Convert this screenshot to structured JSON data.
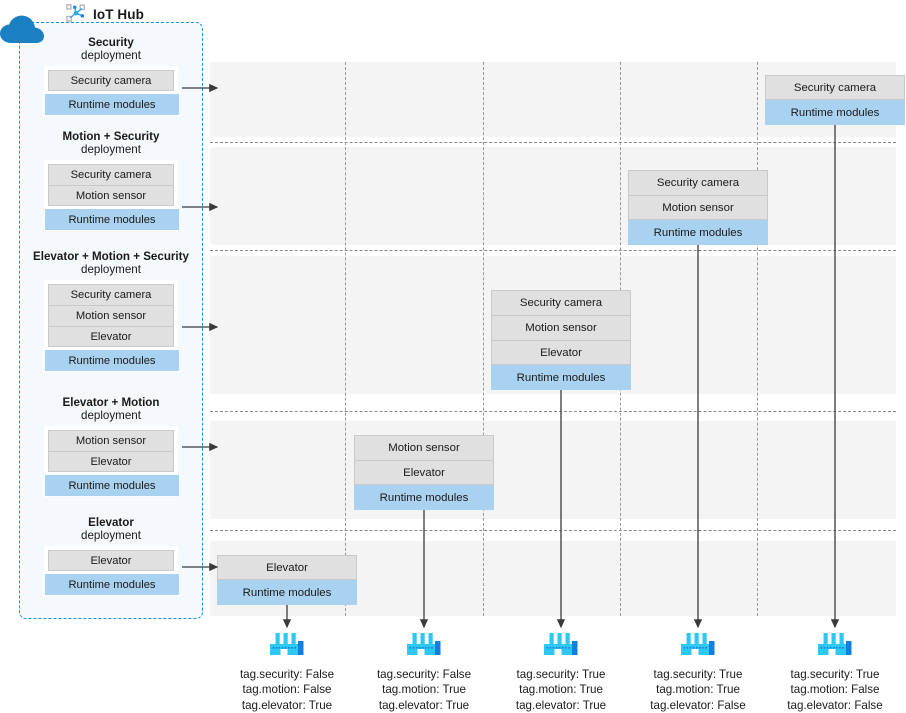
{
  "hub": {
    "title": "IoT Hub",
    "icon": "iot-hub-icon",
    "cloud_icon": "cloud-icon",
    "deployments": [
      {
        "name_bold": "Security",
        "name_sub": "deployment",
        "modules": [
          "Security camera"
        ],
        "runtime": "Runtime modules"
      },
      {
        "name_bold": "Motion + Security",
        "name_sub": "deployment",
        "modules": [
          "Security camera",
          "Motion sensor"
        ],
        "runtime": "Runtime modules"
      },
      {
        "name_bold": "Elevator + Motion + Security",
        "name_sub": "deployment",
        "modules": [
          "Security camera",
          "Motion sensor",
          "Elevator"
        ],
        "runtime": "Runtime modules"
      },
      {
        "name_bold": "Elevator + Motion",
        "name_sub": "deployment",
        "modules": [
          "Motion sensor",
          "Elevator"
        ],
        "runtime": "Runtime modules"
      },
      {
        "name_bold": "Elevator",
        "name_sub": "deployment",
        "modules": [
          "Elevator"
        ],
        "runtime": "Runtime modules"
      }
    ]
  },
  "grid": {
    "rows": [
      {
        "deployment": "Security",
        "target_column": 5,
        "modules": [
          "Security camera"
        ],
        "runtime": "Runtime modules"
      },
      {
        "deployment": "Motion + Security",
        "target_column": 4,
        "modules": [
          "Security camera",
          "Motion sensor"
        ],
        "runtime": "Runtime modules"
      },
      {
        "deployment": "Elevator + Motion + Security",
        "target_column": 3,
        "modules": [
          "Security camera",
          "Motion sensor",
          "Elevator"
        ],
        "runtime": "Runtime modules"
      },
      {
        "deployment": "Elevator + Motion",
        "target_column": 2,
        "modules": [
          "Motion sensor",
          "Elevator"
        ],
        "runtime": "Runtime modules"
      },
      {
        "deployment": "Elevator",
        "target_column": 1,
        "modules": [
          "Elevator"
        ],
        "runtime": "Runtime modules"
      }
    ]
  },
  "devices": [
    {
      "icon": "factory-icon",
      "tags": {
        "security": "tag.security: False",
        "motion": "tag.motion: False",
        "elevator": "tag.elevator: True"
      }
    },
    {
      "icon": "factory-icon",
      "tags": {
        "security": "tag.security: False",
        "motion": "tag.motion: True",
        "elevator": "tag.elevator: True"
      }
    },
    {
      "icon": "factory-icon",
      "tags": {
        "security": "tag.security: True",
        "motion": "tag.motion: True",
        "elevator": "tag.elevator: True"
      }
    },
    {
      "icon": "factory-icon",
      "tags": {
        "security": "tag.security: True",
        "motion": "tag.motion: True",
        "elevator": "tag.elevator: False"
      }
    },
    {
      "icon": "factory-icon",
      "tags": {
        "security": "tag.security: True",
        "motion": "tag.motion: False",
        "elevator": "tag.elevator: False"
      }
    }
  ],
  "colors": {
    "runtime_blue": "#a9d2f0",
    "module_grey": "#e0e0e0",
    "band_grey": "#f4f4f4",
    "hub_border": "#1f8fe0",
    "hub_fill": "#f3f9fd",
    "device_blue": "#0f8cf0",
    "device_cyan": "#2ec8f5",
    "arrow": "#3b3a39"
  }
}
